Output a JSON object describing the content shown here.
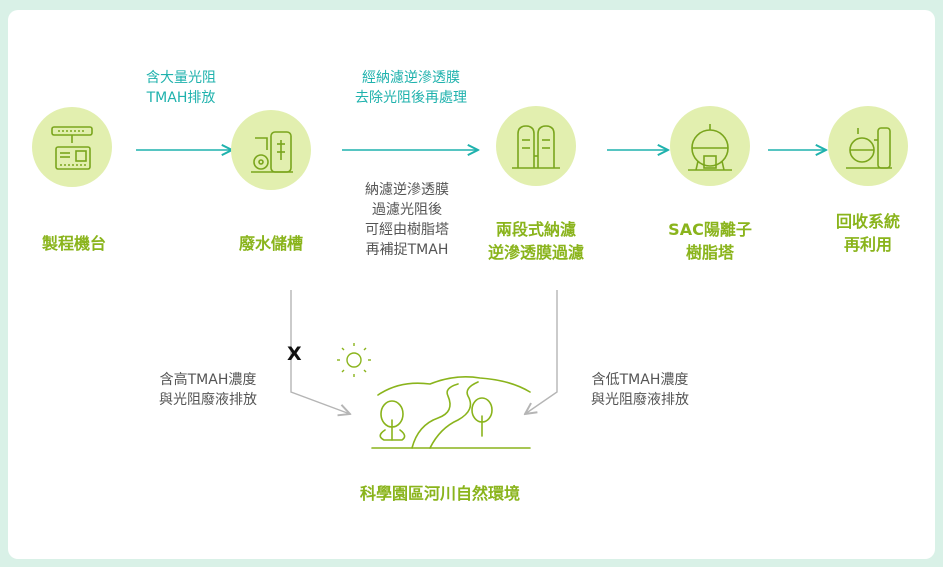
{
  "nodes": {
    "process_tool": "製程機台",
    "wastewater_tank": "廢水儲槽",
    "nf_ro": "兩段式納濾\n逆滲透膜過濾",
    "sac_tower": "SAC陽離子\n樹脂塔",
    "recycle": "回收系統\n再利用",
    "environment": "科學園區河川自然環境"
  },
  "notes": {
    "tmah_discharge": "含大量光阻\nTMAH排放",
    "nf_ro_removal": "經納濾逆滲透膜\n去除光阻後再處理",
    "nf_ro_filter": "納濾逆滲透膜\n過濾光阻後\n可經由樹脂塔\n再補捉TMAH",
    "high_tmah": "含高TMAH濃度\n與光阻廢液排放",
    "low_tmah": "含低TMAH濃度\n與光阻廢液排放",
    "blocked": "X"
  },
  "colors": {
    "background": "#d9f1e7",
    "node_fill": "#e2efaf",
    "label_green": "#8ab41c",
    "teal": "#1fb2ad",
    "icon_green": "#7aa51d",
    "gray_arrow": "#b5b5b5"
  }
}
